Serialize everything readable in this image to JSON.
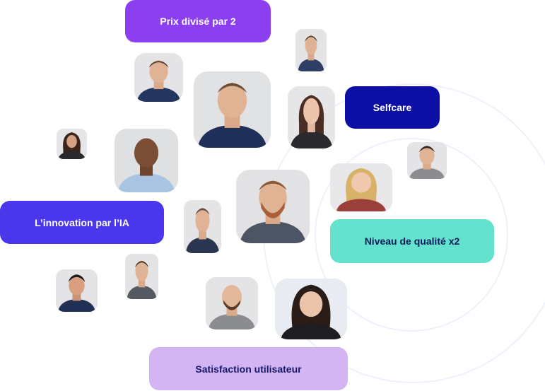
{
  "pills": {
    "prix": "Prix divisé par 2",
    "selfcare": "Selfcare",
    "innovation": "L’innovation par l’IA",
    "qualite": "Niveau de qualité x2",
    "satisfaction": "Satisfaction utilisateur"
  },
  "colors": {
    "purple": "#8b3ff0",
    "navy": "#0c0fa3",
    "indigo": "#4a37ec",
    "mint": "#63e2cd",
    "lavender": "#d3b5f3",
    "ring": "#eef0fb"
  }
}
